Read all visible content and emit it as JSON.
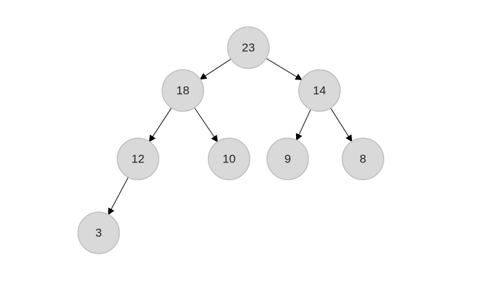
{
  "colors": {
    "node_fill": "#d9d9d9",
    "node_stroke": "#bfbfbf",
    "edge": "#000000",
    "text": "#222222"
  },
  "tree": {
    "nodes": [
      {
        "id": "n23",
        "label": "23"
      },
      {
        "id": "n18",
        "label": "18"
      },
      {
        "id": "n14",
        "label": "14"
      },
      {
        "id": "n12",
        "label": "12"
      },
      {
        "id": "n10",
        "label": "10"
      },
      {
        "id": "n9",
        "label": "9"
      },
      {
        "id": "n8",
        "label": "8"
      },
      {
        "id": "n3",
        "label": "3"
      }
    ],
    "edges": [
      {
        "from": "n23",
        "to": "n18"
      },
      {
        "from": "n23",
        "to": "n14"
      },
      {
        "from": "n18",
        "to": "n12"
      },
      {
        "from": "n18",
        "to": "n10"
      },
      {
        "from": "n14",
        "to": "n9"
      },
      {
        "from": "n14",
        "to": "n8"
      },
      {
        "from": "n12",
        "to": "n3"
      }
    ]
  }
}
